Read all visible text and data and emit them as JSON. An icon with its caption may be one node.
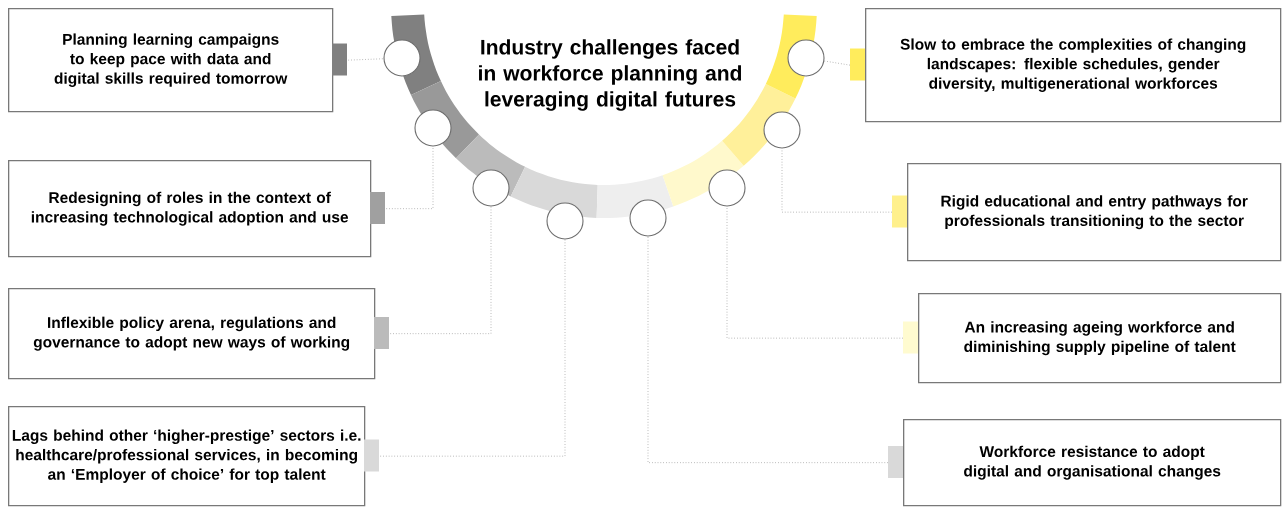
{
  "diagram": {
    "title": "Industry challenges faced in workforce planning and leveraging digital futures",
    "nodes": [
      {
        "text": [
          "Planning learning campaigns to keep pace with data and digital skills required tomorrow"
        ]
      },
      {
        "text": [
          "Redesigning of roles in the context of increasing technological adoption and use"
        ]
      },
      {
        "text": [
          "Inflexible policy arena, regulations and governance to adopt new ways of working"
        ]
      },
      {
        "text": [
          "Lags behind other ‘higher-prestige’ sectors i.e. healthcare/professional services, in becoming an ‘Employer of choice’ for top talent"
        ]
      },
      {
        "text": [
          "Slow to embrace the complexities of changing landscapes: flexible schedules, gender diversity, multigenerational workforces"
        ]
      },
      {
        "text": [
          "Rigid educational and entry pathways for professionals transitioning to the sector"
        ]
      },
      {
        "text": [
          "An increasing ageing workforce and diminishing supply pipeline of talent"
        ]
      },
      {
        "text": [
          "Workforce resistance to adopt digital and organisational changes"
        ]
      },
      {
        "text": [],
        "shape": "circle"
      },
      {
        "text": [],
        "shape": "circle"
      },
      {
        "text": [],
        "shape": "circle"
      },
      {
        "text": [],
        "shape": "circle"
      },
      {
        "text": [],
        "shape": "circle"
      },
      {
        "text": [],
        "shape": "circle"
      },
      {
        "text": [],
        "shape": "circle"
      },
      {
        "text": [],
        "shape": "circle"
      }
    ],
    "edges": [
      {
        "from": 0,
        "to": 8,
        "arrow": "none"
      },
      {
        "from": 1,
        "to": 9,
        "arrow": "none"
      },
      {
        "from": 2,
        "to": 10,
        "arrow": "none"
      },
      {
        "from": 3,
        "to": 11,
        "arrow": "none"
      },
      {
        "from": 7,
        "to": 12,
        "arrow": "none"
      },
      {
        "from": 6,
        "to": 13,
        "arrow": "none"
      },
      {
        "from": 5,
        "to": 14,
        "arrow": "none"
      },
      {
        "from": 4,
        "to": 15,
        "arrow": "none"
      }
    ]
  }
}
